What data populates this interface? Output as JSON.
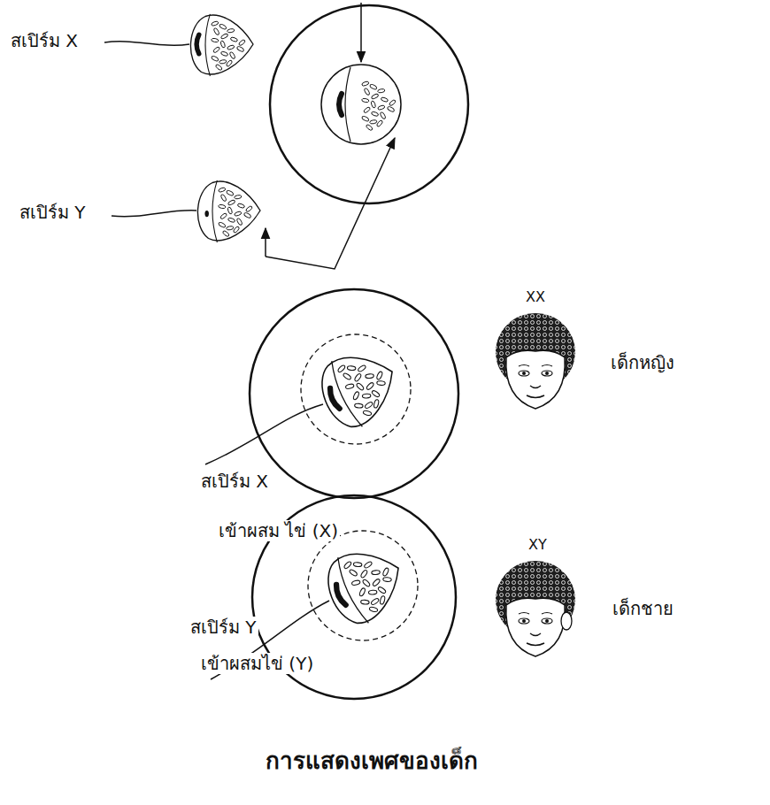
{
  "diagram": {
    "caption": "การแสดงเพศของเด็ก",
    "labels": [
      "สเปิร์ม X",
      "สเปิร์ม Y",
      "XX",
      "เด็กหญิง",
      "สเปิร์ม X",
      "เข้าผสม ไข่ (X)",
      "XY",
      "เด็กชาย",
      "สเปิร์ม Y",
      "เข้าผสมไข่ (Y)"
    ]
  }
}
